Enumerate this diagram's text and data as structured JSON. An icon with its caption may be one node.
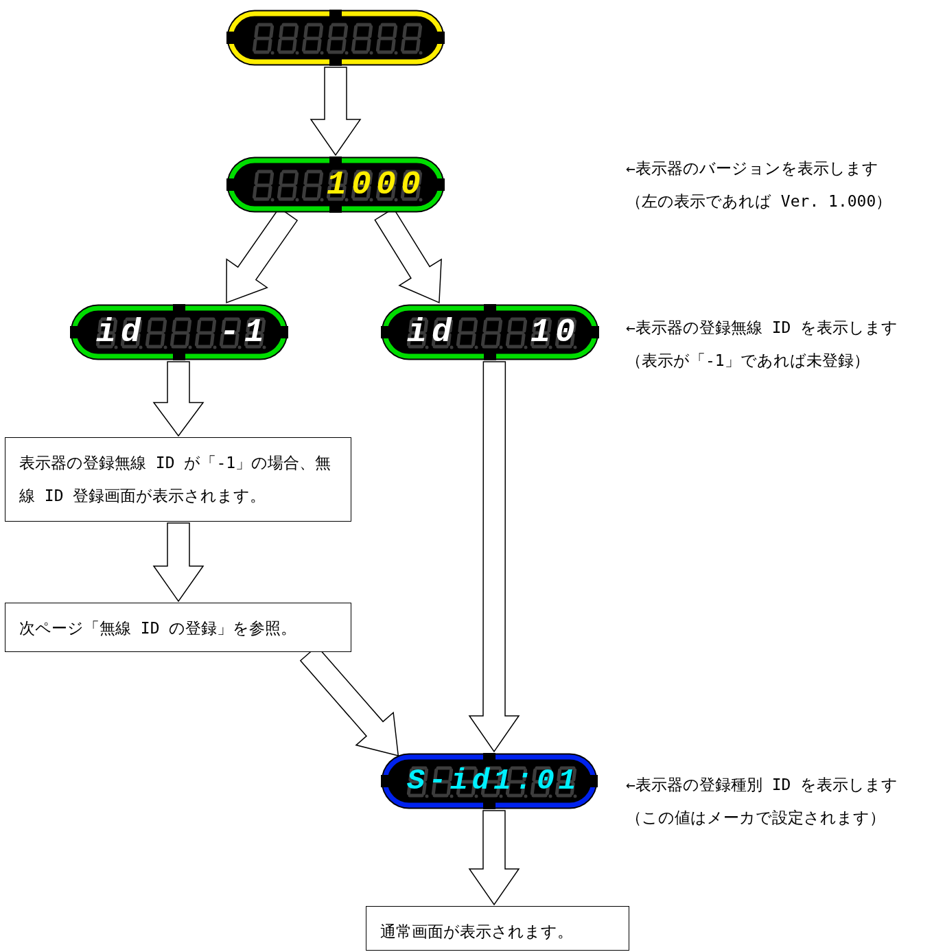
{
  "diagram": {
    "nodes": [
      {
        "text": [],
        "shape": "display"
      },
      {
        "text": [
          "1000"
        ],
        "beside": [
          "←表示器のバージョンを表示します",
          "（左の表示であれば Ver. 1.000）"
        ]
      },
      {
        "text": [
          "id",
          "-1"
        ]
      },
      {
        "text": [
          "id",
          "10"
        ],
        "beside": [
          "←表示器の登録無線 ID を表示します",
          "（表示が「-1」であれば未登録）"
        ]
      },
      {
        "text": [
          "表示器の登録無線 ID が「-1」の場合、無線 ID 登録画面が表示されます。"
        ]
      },
      {
        "text": [
          "次ページ「無線 ID の登録」を参照。"
        ]
      },
      {
        "text": [
          "S-id1:01"
        ],
        "beside": [
          "←表示器の登録種別 ID を表示します",
          "（この値はメーカで設定されます）"
        ]
      },
      {
        "text": [
          "通常画面が表示されます。"
        ]
      }
    ],
    "edges": [
      {
        "from": 0,
        "to": 1,
        "arrow": "to"
      },
      {
        "from": 1,
        "to": 2,
        "arrow": "to"
      },
      {
        "from": 1,
        "to": 3,
        "arrow": "to"
      },
      {
        "from": 2,
        "to": 4,
        "arrow": "to"
      },
      {
        "from": 4,
        "to": 5,
        "arrow": "to"
      },
      {
        "from": 5,
        "to": 6,
        "arrow": "to"
      },
      {
        "from": 3,
        "to": 6,
        "arrow": "to"
      },
      {
        "from": 6,
        "to": 7,
        "arrow": "to"
      }
    ]
  }
}
